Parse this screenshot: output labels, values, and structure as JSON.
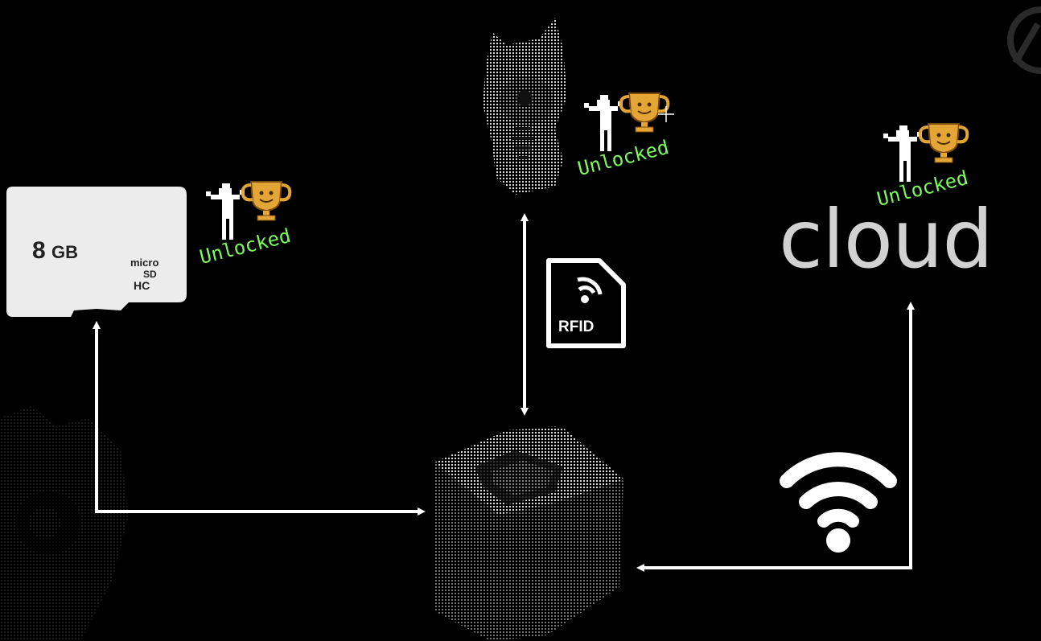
{
  "sdcard": {
    "capacity_value": "8",
    "capacity_unit": "GB",
    "brand_line1": "micro",
    "brand_line2": "SD",
    "brand_line3": "HC"
  },
  "rfid": {
    "label": "RFID"
  },
  "cloud": {
    "label": "cloud"
  },
  "badges": {
    "unlocked_text": "Unlocked"
  },
  "colors": {
    "background": "#000000",
    "arrow": "#ffffff",
    "unlocked": "#7CFC5A",
    "trophy": "#E3A535",
    "cloud_text": "#d2d2d2"
  },
  "icons": [
    "sd-card-icon",
    "rfid-tag-icon",
    "wifi-icon",
    "figurine-image",
    "toniebox-image",
    "trophy-icon",
    "pixel-person-icon",
    "watermark-logo",
    "background-mascot"
  ]
}
